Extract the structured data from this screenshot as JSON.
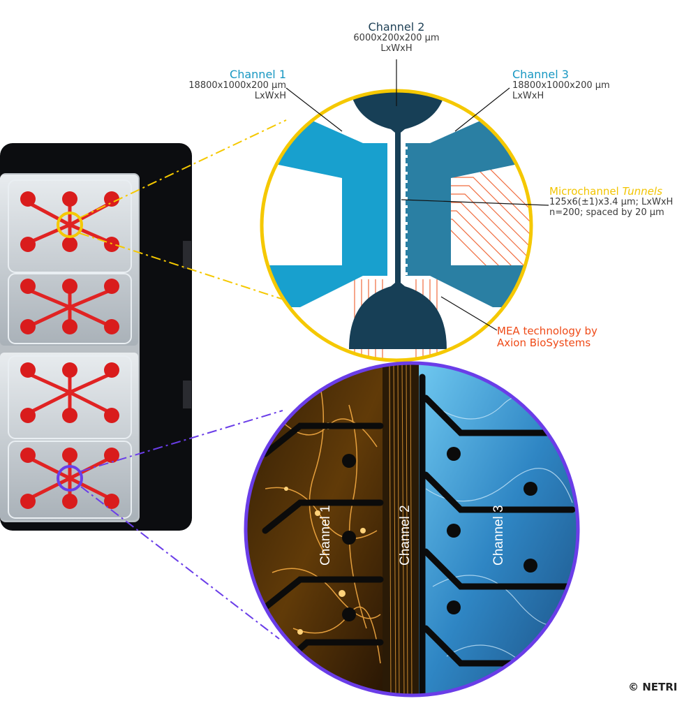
{
  "colors": {
    "yellow_accent": "#f5c800",
    "purple_accent": "#6a3de8",
    "channel1_blue": "#18a0ce",
    "channel3_blue": "#2a7fa3",
    "channel2_navy": "#173f56",
    "mea_orange": "#f06a3c",
    "red_wells": "#d91c1c"
  },
  "labels": {
    "channel2": {
      "title": "Channel 2",
      "dims": "6000x200x200 µm",
      "order": "LxWxH"
    },
    "channel1": {
      "title": "Channel 1",
      "dims": "18800x1000x200 µm",
      "order": "LxWxH"
    },
    "channel3": {
      "title": "Channel 3",
      "dims": "18800x1000x200 µm",
      "order": "LxWxH"
    },
    "microchannel": {
      "title_prefix": "Microchannel ",
      "title_italic": "Tunnels",
      "line1": "125x6(±1)x3.4 µm; LxWxH",
      "line2": "n=200; spaced by 20 µm"
    },
    "mea": {
      "line1": "MEA technology by",
      "line2": "Axion BioSystems"
    }
  },
  "micrograph": {
    "channel1_label": "Channel 1",
    "channel2_label": "Channel 2",
    "channel3_label": "Channel 3"
  },
  "copyright": "© NETRI"
}
